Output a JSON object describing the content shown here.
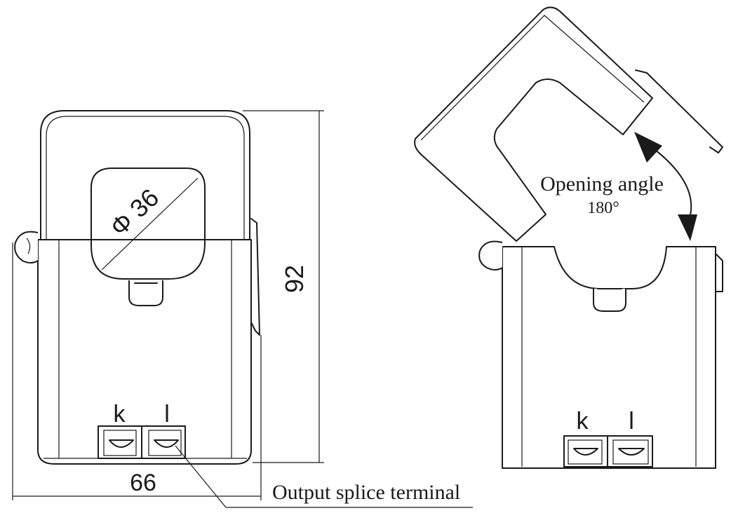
{
  "left_view": {
    "diameter_label": "Φ 36",
    "height_label": "92",
    "width_label": "66",
    "terminal_k": "k",
    "terminal_l": "l"
  },
  "right_view": {
    "opening_angle_label": "Opening angle",
    "opening_angle_value": "180°",
    "terminal_k": "k",
    "terminal_l": "l"
  },
  "callout": {
    "output_terminal_label": "Output splice terminal"
  }
}
